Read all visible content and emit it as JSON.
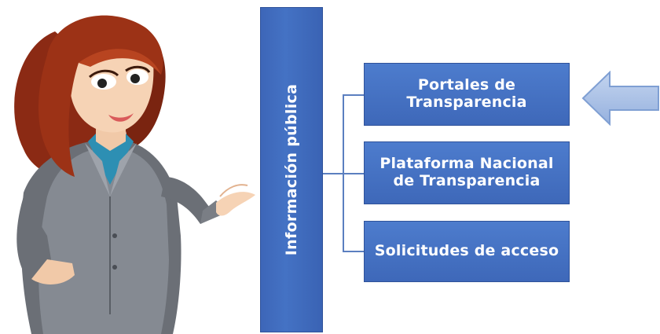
{
  "diagram": {
    "root": {
      "label": "Información pública"
    },
    "children": [
      {
        "label": "Portales de Transparencia",
        "highlighted": true
      },
      {
        "label": "Plataforma Nacional de Transparencia",
        "highlighted": false
      },
      {
        "label": "Solicitudes de acceso",
        "highlighted": false
      }
    ]
  },
  "illustration": {
    "icon": "woman-presenter-icon"
  },
  "pointer": {
    "icon": "left-arrow-icon",
    "target": "Portales de Transparencia"
  },
  "colors": {
    "box_fill": "#4472c4",
    "box_border": "#2f529a",
    "connector": "#5b7fc0",
    "arrow_fill": "#a9bfe2",
    "arrow_stroke": "#7f9fd3",
    "text": "#ffffff"
  }
}
